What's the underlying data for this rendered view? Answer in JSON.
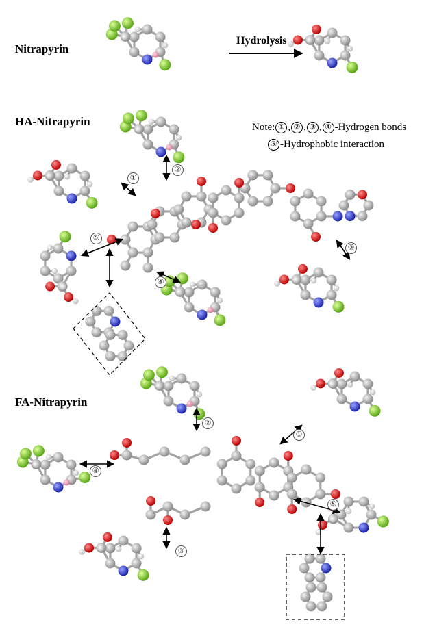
{
  "titles": {
    "nitrapyrin": "Nitrapyrin",
    "hydrolysis": "Hydrolysis",
    "ha": "HA-Nitrapyrin",
    "fa": "FA-Nitrapyrin"
  },
  "note": {
    "prefix": "Note:",
    "hbond_nums": [
      "①",
      "②",
      "③",
      "④"
    ],
    "hbond_text": "-Hydrogen bonds",
    "hydrophobic_num": "⑤",
    "hydrophobic_text": "-Hydrophobic interaction"
  },
  "interaction_tags": {
    "ha": [
      "①",
      "②",
      "③",
      "④",
      "⑤"
    ],
    "fa": [
      "①",
      "②",
      "③",
      "④",
      "⑤"
    ]
  },
  "colors": {
    "carbon": "#b8b8b8",
    "hydrogen": "#e6e6e6",
    "oxygen": "#e31b1b",
    "nitrogen": "#2f3fd6",
    "chlorine": "#8fd42a",
    "fluorine": "#7fcf2a",
    "bond": "#9a9a9a"
  }
}
